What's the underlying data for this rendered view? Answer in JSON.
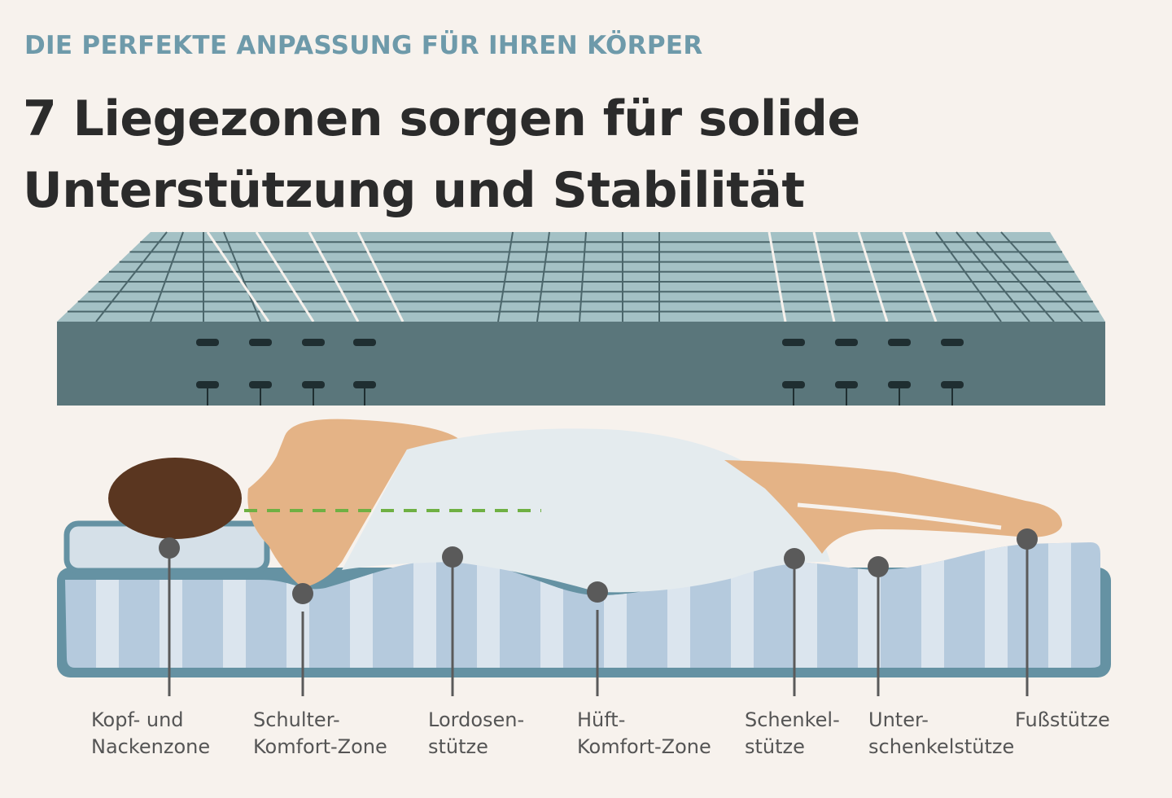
{
  "kicker": "DIE PERFEKTE ANPASSUNG FÜR IHREN KÖRPER",
  "headline": {
    "line1": "7 Liegezonen sorgen für solide",
    "line2": "Unterstützung und Stabilität"
  },
  "zones": [
    {
      "line1": "Kopf- und",
      "line2": "Nackenzone"
    },
    {
      "line1": "Schulter-",
      "line2": "Komfort-Zone"
    },
    {
      "line1": "Lordosen-",
      "line2": "stütze"
    },
    {
      "line1": "Hüft-",
      "line2": "Komfort-Zone"
    },
    {
      "line1": "Schenkel-",
      "line2": "stütze"
    },
    {
      "line1": "Unter-",
      "line2": "schenkelstütze"
    },
    {
      "line1": "Fußstütze",
      "line2": ""
    }
  ],
  "colors": {
    "accent": "#6e9aaa",
    "foam_top": "#9fbcc0",
    "foam_front": "#5a767b",
    "spine_line": "#6fb043",
    "marker": "#5a5a5a"
  }
}
